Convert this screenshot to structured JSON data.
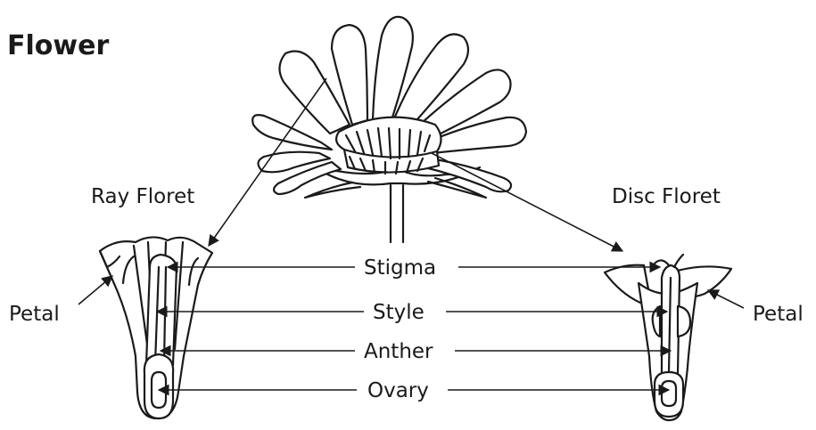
{
  "title": "Flower",
  "labels": {
    "ray_floret": "Ray Floret",
    "disc_floret": "Disc Floret",
    "stigma": "Stigma",
    "style": "Style",
    "anther": "Anther",
    "ovary": "Ovary",
    "petal_left": "Petal",
    "petal_right": "Petal"
  }
}
